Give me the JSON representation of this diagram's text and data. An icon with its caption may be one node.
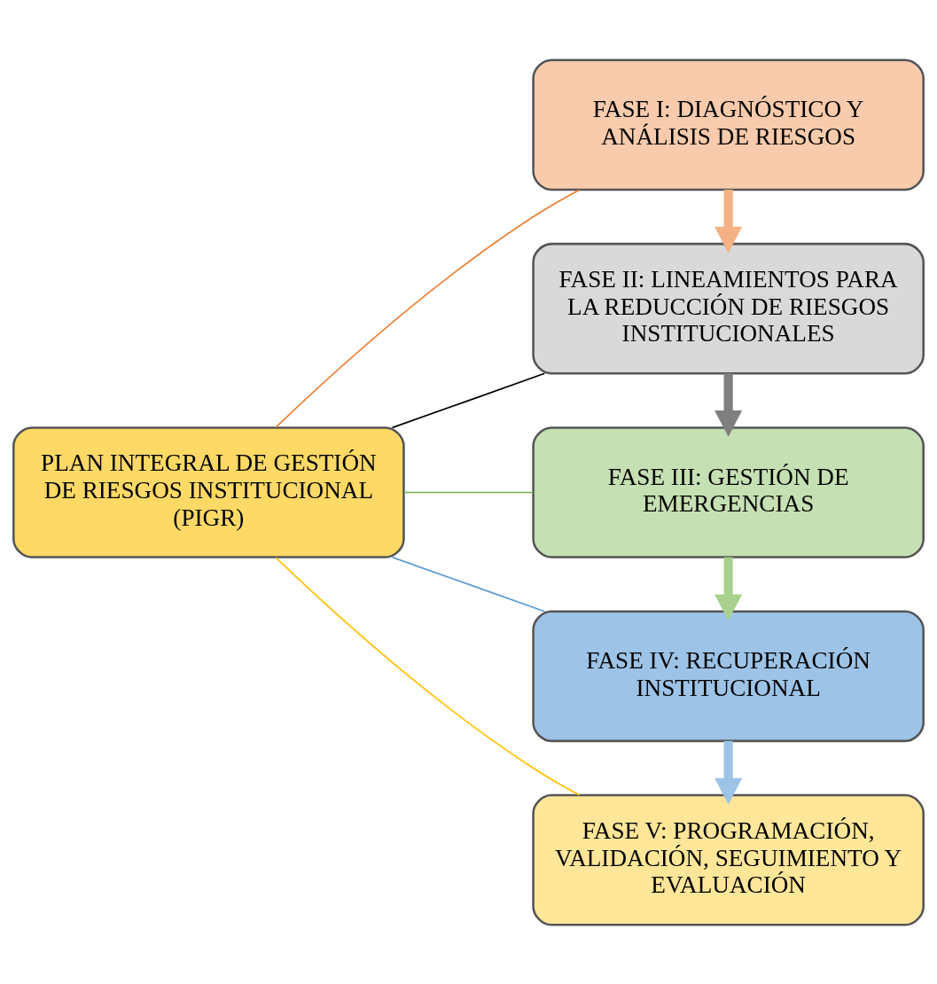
{
  "diagram": {
    "nodes": [
      {
        "text": [
          "PLAN INTEGRAL DE GESTIÓN DE RIESGOS INSTITUCIONAL (PIGR)"
        ]
      },
      {
        "text": [
          "FASE I: DIAGNÓSTICO Y ANÁLISIS DE RIESGOS"
        ]
      },
      {
        "text": [
          "FASE II: LINEAMIENTOS PARA LA REDUCCIÓN DE RIESGOS INSTITUCIONALES"
        ]
      },
      {
        "text": [
          "FASE III: GESTIÓN DE EMERGENCIAS"
        ]
      },
      {
        "text": [
          "FASE IV: RECUPERACIÓN INSTITUCIONAL"
        ]
      },
      {
        "text": [
          "FASE V: PROGRAMACIÓN, VALIDACIÓN, SEGUIMIENTO Y EVALUACIÓN"
        ]
      }
    ],
    "edges": [
      {
        "from": 0,
        "to": 1,
        "arrow": "none",
        "color": "#ed7d31"
      },
      {
        "from": 0,
        "to": 2,
        "arrow": "none",
        "color": "#000000"
      },
      {
        "from": 0,
        "to": 3,
        "arrow": "none",
        "color": "#70ad47"
      },
      {
        "from": 0,
        "to": 4,
        "arrow": "none",
        "color": "#5b9bd5"
      },
      {
        "from": 0,
        "to": 5,
        "arrow": "none",
        "color": "#ffc000"
      },
      {
        "from": 1,
        "to": 2,
        "arrow": "to",
        "style": "thick",
        "color": "#f4b183"
      },
      {
        "from": 2,
        "to": 3,
        "arrow": "to",
        "style": "thick",
        "color": "#7f7f7f"
      },
      {
        "from": 3,
        "to": 4,
        "arrow": "to",
        "style": "thick",
        "color": "#a9d18e"
      },
      {
        "from": 4,
        "to": 5,
        "arrow": "to",
        "style": "thick",
        "color": "#9dc3e6"
      }
    ]
  }
}
